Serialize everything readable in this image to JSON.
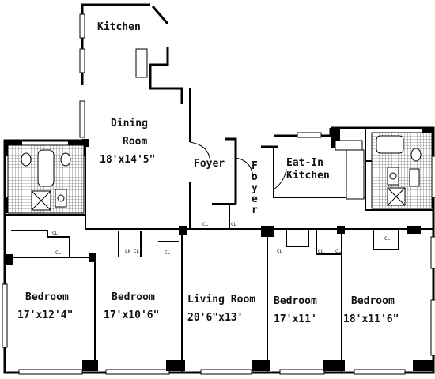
{
  "rooms": {
    "kitchen": {
      "name": "Kitchen"
    },
    "dining": {
      "name_line1": "Dining",
      "name_line2": "Room",
      "size": "18'x14'5\""
    },
    "foyer_left": {
      "name": "Foyer"
    },
    "foyer_right": {
      "name": "Foyer"
    },
    "eatin": {
      "name_line1": "Eat-In",
      "name_line2": "Kitchen"
    },
    "bedroom1": {
      "name": "Bedroom",
      "size": "17'x12'4\""
    },
    "bedroom2": {
      "name": "Bedroom",
      "size": "17'x10'6\""
    },
    "living": {
      "name": "Living Room",
      "size": "20'6\"x13'"
    },
    "bedroom3": {
      "name": "Bedroom",
      "size": "17'x11'"
    },
    "bedroom4": {
      "name": "Bedroom",
      "size": "18'x11'6\""
    }
  },
  "closet_label": "CL",
  "linen_closet_label": "LN CL"
}
